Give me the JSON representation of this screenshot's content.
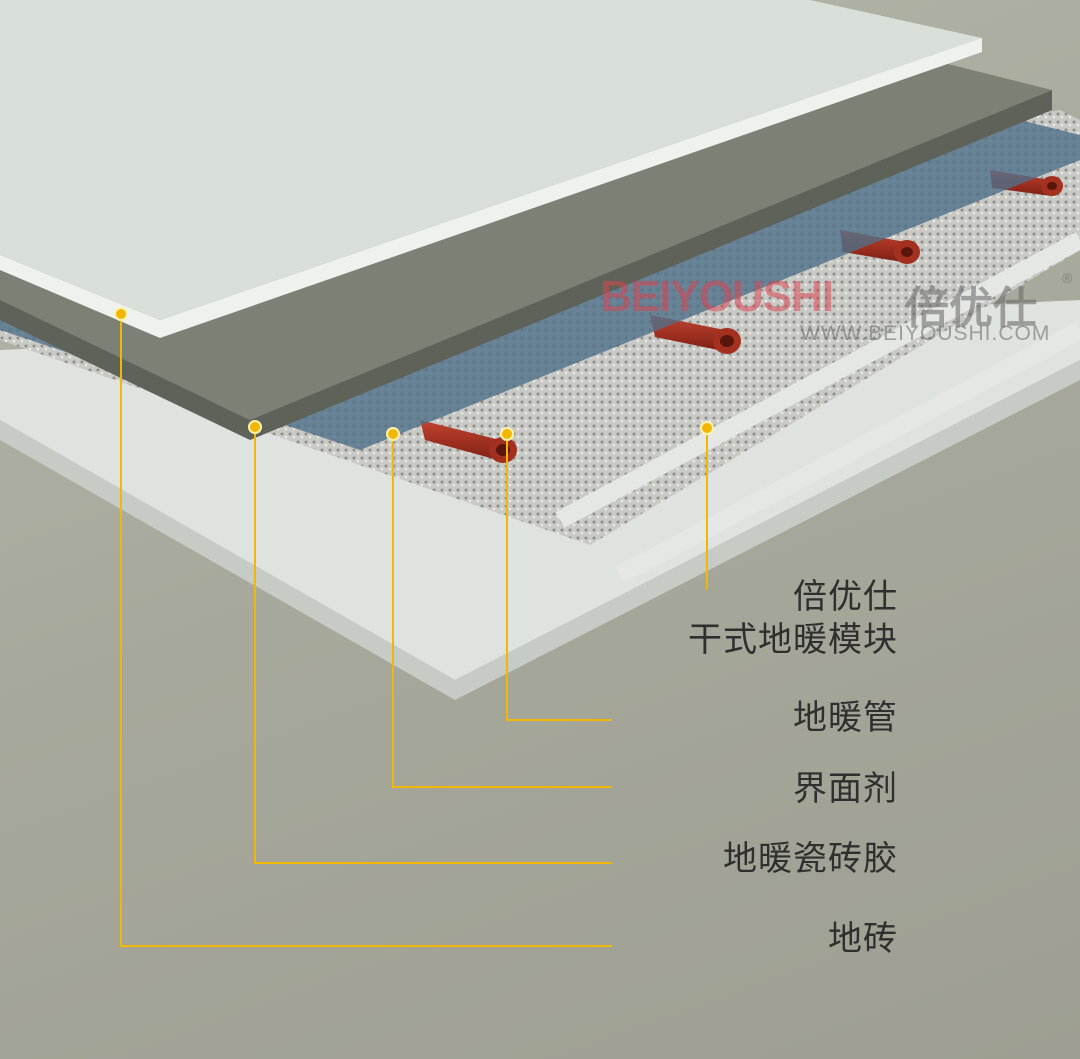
{
  "watermark": {
    "brand_latin": "BEIYOUSHI",
    "brand_cn": "倍优仕",
    "registered": "®",
    "url": "WWW.BEIYOUSHI.COM"
  },
  "labels": {
    "module_brand": "倍优仕",
    "module": "干式地暖模块",
    "pipe": "地暖管",
    "interface_agent": "界面剂",
    "tile_adhesive": "地暖瓷砖胶",
    "tile": "地砖"
  },
  "colors": {
    "leader": "#f2b705",
    "text": "#2f2f2f"
  }
}
